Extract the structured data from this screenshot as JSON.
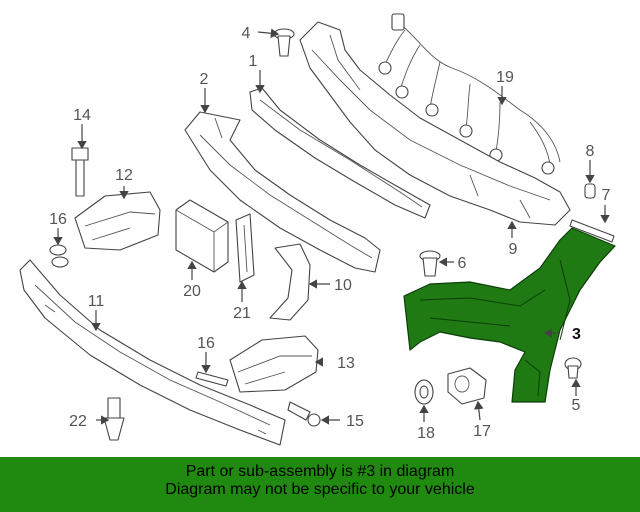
{
  "diagram": {
    "callouts": [
      "1",
      "2",
      "3",
      "4",
      "5",
      "6",
      "7",
      "8",
      "9",
      "10",
      "11",
      "12",
      "13",
      "14",
      "15",
      "16",
      "16",
      "17",
      "18",
      "19",
      "20",
      "21",
      "22"
    ],
    "highlight_color": "#208a10",
    "highlighted_part": "3"
  },
  "footer": {
    "line1": "Part or sub-assembly is #3 in diagram",
    "line2": "Diagram may not be specific to your vehicle",
    "background": "#208a10"
  }
}
